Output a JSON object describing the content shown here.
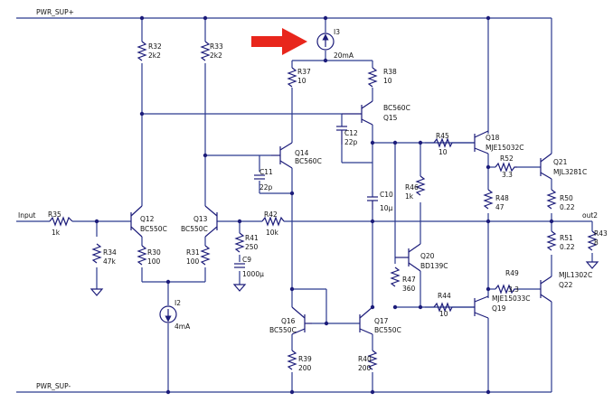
{
  "colors": {
    "wire": "#2b3a8f",
    "component": "#1c1c7a",
    "arrow": "#e8261c",
    "background": "#ffffff"
  },
  "nets": {
    "supply_pos": "PWR_SUP+",
    "supply_neg": "PWR_SUP-",
    "input": "Input",
    "output": "out2"
  },
  "resistors": [
    {
      "ref": "R32",
      "value": "2k2"
    },
    {
      "ref": "R33",
      "value": "2k2"
    },
    {
      "ref": "R37",
      "value": "10"
    },
    {
      "ref": "R38",
      "value": "10"
    },
    {
      "ref": "R35",
      "value": "1k"
    },
    {
      "ref": "R34",
      "value": "47k"
    },
    {
      "ref": "R30",
      "value": "100"
    },
    {
      "ref": "R31",
      "value": "100"
    },
    {
      "ref": "R42",
      "value": "10k"
    },
    {
      "ref": "R41",
      "value": "250"
    },
    {
      "ref": "R46",
      "value": "1k"
    },
    {
      "ref": "R47",
      "value": "360"
    },
    {
      "ref": "R45",
      "value": "10"
    },
    {
      "ref": "R44",
      "value": "10"
    },
    {
      "ref": "R52",
      "value": "3.3"
    },
    {
      "ref": "R49",
      "value": "3.3"
    },
    {
      "ref": "R48",
      "value": "47"
    },
    {
      "ref": "R50",
      "value": "0.22"
    },
    {
      "ref": "R51",
      "value": "0.22"
    },
    {
      "ref": "R43",
      "value": "8"
    },
    {
      "ref": "R39",
      "value": "200"
    },
    {
      "ref": "R40",
      "value": "200"
    }
  ],
  "capacitors": [
    {
      "ref": "C12",
      "value": "22p"
    },
    {
      "ref": "C11",
      "value": "22p"
    },
    {
      "ref": "C10",
      "value": "10µ"
    },
    {
      "ref": "C9",
      "value": "1000µ"
    }
  ],
  "sources": [
    {
      "ref": "I3",
      "value": "20mA"
    },
    {
      "ref": "I2",
      "value": "4mA"
    }
  ],
  "transistors": [
    {
      "ref": "Q15",
      "part": "BC560C"
    },
    {
      "ref": "Q14",
      "part": "BC560C"
    },
    {
      "ref": "Q12",
      "part": "BC550C"
    },
    {
      "ref": "Q13",
      "part": "BC550C"
    },
    {
      "ref": "Q16",
      "part": "BC550C"
    },
    {
      "ref": "Q17",
      "part": "BC550C"
    },
    {
      "ref": "Q18",
      "part": "MJE15032C"
    },
    {
      "ref": "Q19",
      "part": "MJE15033C"
    },
    {
      "ref": "Q20",
      "part": "BD139C"
    },
    {
      "ref": "Q21",
      "part": "MJL3281C"
    },
    {
      "ref": "Q22",
      "part": "MJL1302C"
    }
  ]
}
